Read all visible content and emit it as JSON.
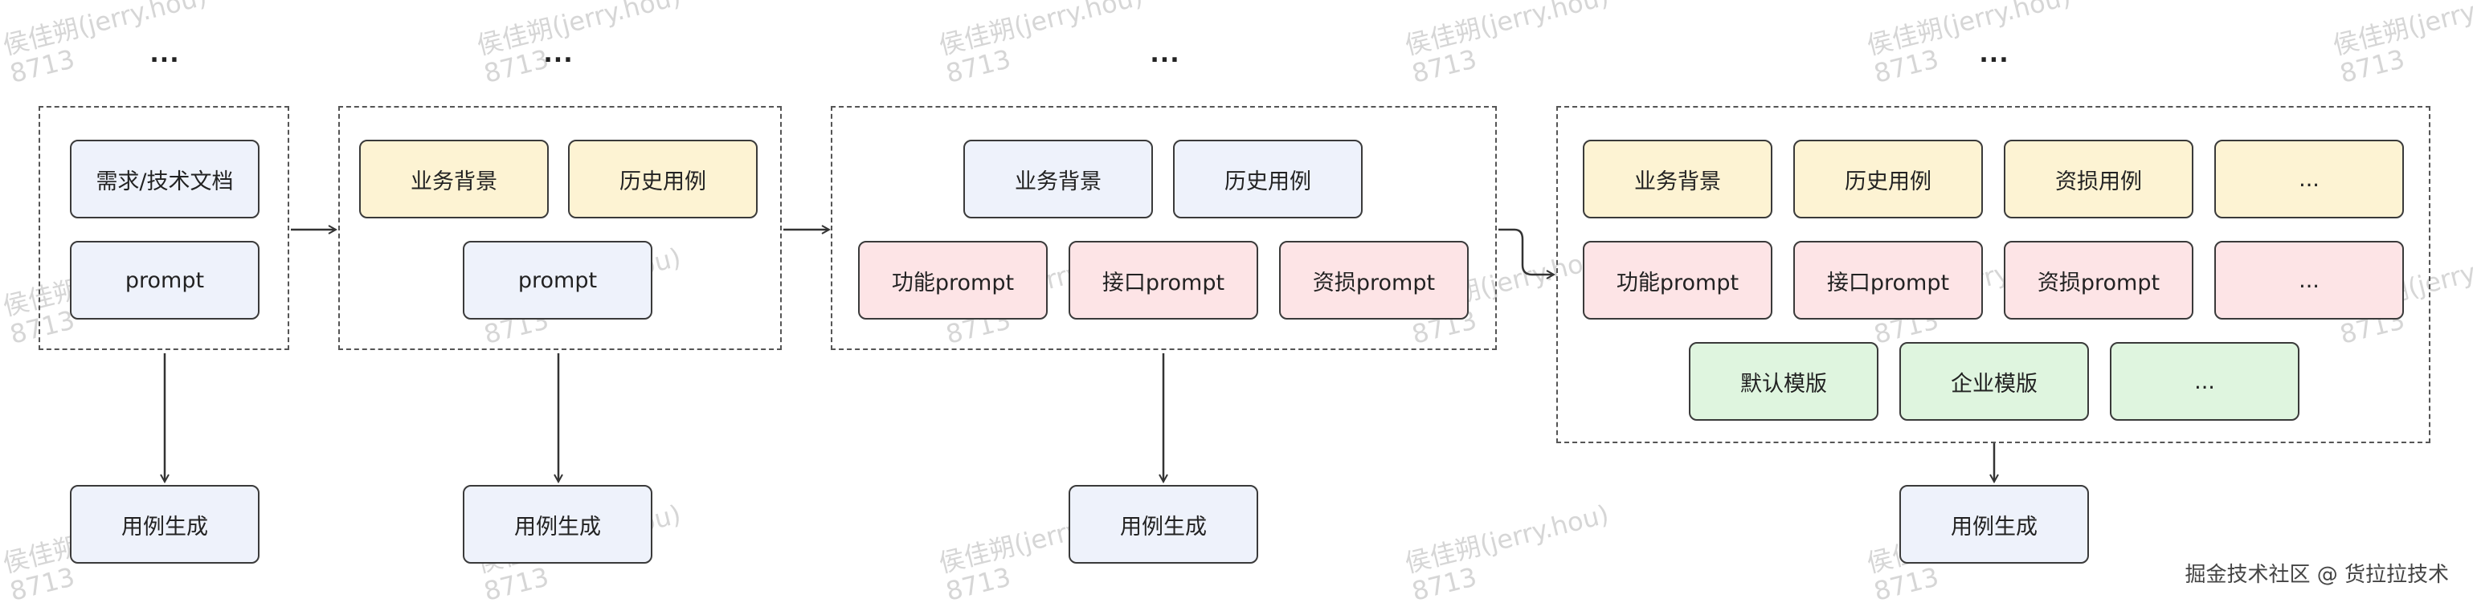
{
  "stages": [
    {
      "ellipsis": "...",
      "nodes": [
        {
          "label": "需求/技术文档",
          "color": "blue"
        },
        {
          "label": "prompt",
          "color": "blue"
        }
      ],
      "output": "用例生成"
    },
    {
      "ellipsis": "...",
      "nodes": [
        {
          "label": "业务背景",
          "color": "yellow"
        },
        {
          "label": "历史用例",
          "color": "yellow"
        },
        {
          "label": "prompt",
          "color": "blue"
        }
      ],
      "output": "用例生成"
    },
    {
      "ellipsis": "...",
      "nodes": [
        {
          "label": "业务背景",
          "color": "blue"
        },
        {
          "label": "历史用例",
          "color": "blue"
        },
        {
          "label": "功能prompt",
          "color": "pink"
        },
        {
          "label": "接口prompt",
          "color": "pink"
        },
        {
          "label": "资损prompt",
          "color": "pink"
        }
      ],
      "output": "用例生成"
    },
    {
      "ellipsis": "...",
      "nodes": [
        {
          "label": "业务背景",
          "color": "yellow"
        },
        {
          "label": "历史用例",
          "color": "yellow"
        },
        {
          "label": "资损用例",
          "color": "yellow"
        },
        {
          "label": "...",
          "color": "yellow"
        },
        {
          "label": "功能prompt",
          "color": "pink"
        },
        {
          "label": "接口prompt",
          "color": "pink"
        },
        {
          "label": "资损prompt",
          "color": "pink"
        },
        {
          "label": "...",
          "color": "pink"
        },
        {
          "label": "默认模版",
          "color": "green"
        },
        {
          "label": "企业模版",
          "color": "green"
        },
        {
          "label": "...",
          "color": "green"
        }
      ],
      "output": "用例生成"
    }
  ],
  "watermark": {
    "name": "侯佳朔(jerry.hou)",
    "id": "8713"
  },
  "credit": "掘金技术社区 @ 货拉拉技术",
  "colors": {
    "blue": "#eef2fb",
    "yellow": "#fdf3d3",
    "pink": "#fde4e6",
    "green": "#dff5df",
    "border": "#3a3a3a"
  }
}
